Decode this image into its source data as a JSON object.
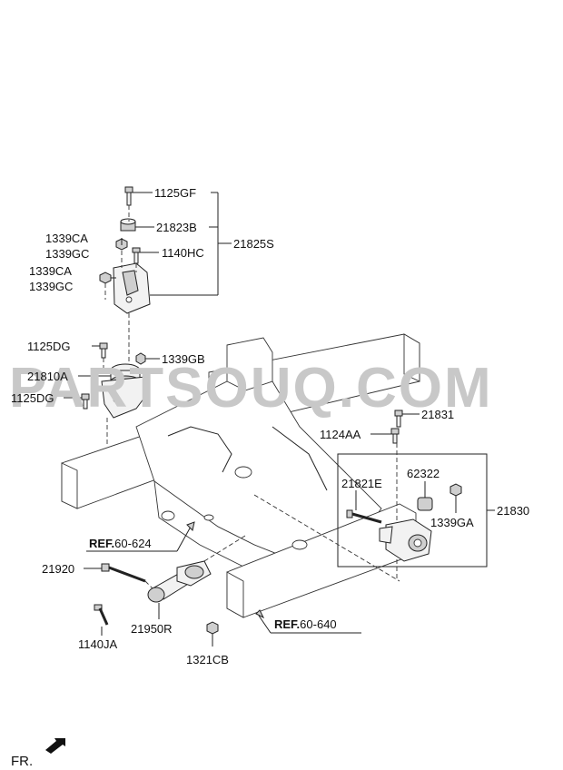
{
  "watermark": "PARTSOUQ.COM",
  "labels": {
    "p1125GF": "1125GF",
    "p21823B": "21823B",
    "p21825S": "21825S",
    "p1339CA_a": "1339CA",
    "p1339GC_a": "1339GC",
    "p1140HC": "1140HC",
    "p1339CA_b": "1339CA",
    "p1339GC_b": "1339GC",
    "p1125DG_a": "1125DG",
    "p1339GB": "1339GB",
    "p21810A": "21810A",
    "p1125DG_b": "1125DG",
    "p21831": "21831",
    "p1124AA": "1124AA",
    "p21821E": "21821E",
    "p62322": "62322",
    "p21830": "21830",
    "p1339GA": "1339GA",
    "p21920": "21920",
    "p21950R": "21950R",
    "p1140JA": "1140JA",
    "p1321CB": "1321CB"
  },
  "refs": {
    "ref1_prefix": "REF.",
    "ref1_num": "60-624",
    "ref2_prefix": "REF.",
    "ref2_num": "60-640"
  },
  "direction": "FR."
}
